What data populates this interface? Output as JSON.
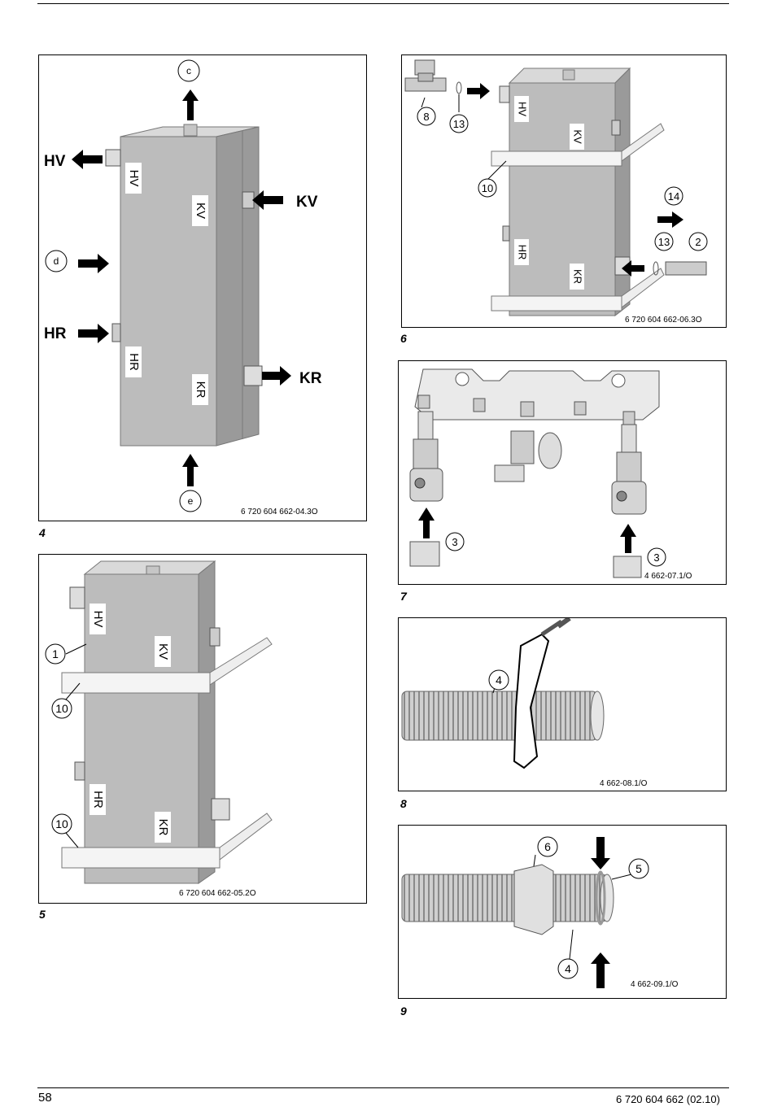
{
  "footer": {
    "page_number": "58",
    "doc_ref": "6 720 604 662 (02.10)"
  },
  "colors": {
    "box_fill": "#bdbdbd",
    "box_dark": "#8e8e8e",
    "box_top": "#d9d9d9",
    "arrow": "#000000"
  },
  "figures": [
    {
      "number": "4",
      "code": "6 720 604 662-04.3O",
      "labels": {
        "hv": "HV",
        "kv": "KV",
        "hr": "HR",
        "kr": "KR",
        "c": "c",
        "d": "d",
        "e": "e"
      },
      "box_labels": {
        "hv": "HV",
        "kv": "KV",
        "hr": "HR",
        "kr": "KR"
      }
    },
    {
      "number": "5",
      "code": "6 720 604 662-05.2O",
      "callouts": [
        "1",
        "10",
        "10"
      ],
      "box_labels": {
        "hv": "HV",
        "kv": "KV",
        "hr": "HR",
        "kr": "KR"
      }
    },
    {
      "number": "6",
      "code": "6 720 604 662-06.3O",
      "callouts": [
        "8",
        "13",
        "10",
        "14",
        "13",
        "2"
      ],
      "box_labels": {
        "hv": "HV",
        "kv": "KV",
        "hr": "HR",
        "kr": "KR"
      }
    },
    {
      "number": "7",
      "code": "4 662-07.1/O",
      "callouts": [
        "3",
        "3"
      ]
    },
    {
      "number": "8",
      "code": "4 662-08.1/O",
      "callouts": [
        "4"
      ]
    },
    {
      "number": "9",
      "code": "4 662-09.1/O",
      "callouts": [
        "6",
        "5",
        "4"
      ]
    }
  ]
}
